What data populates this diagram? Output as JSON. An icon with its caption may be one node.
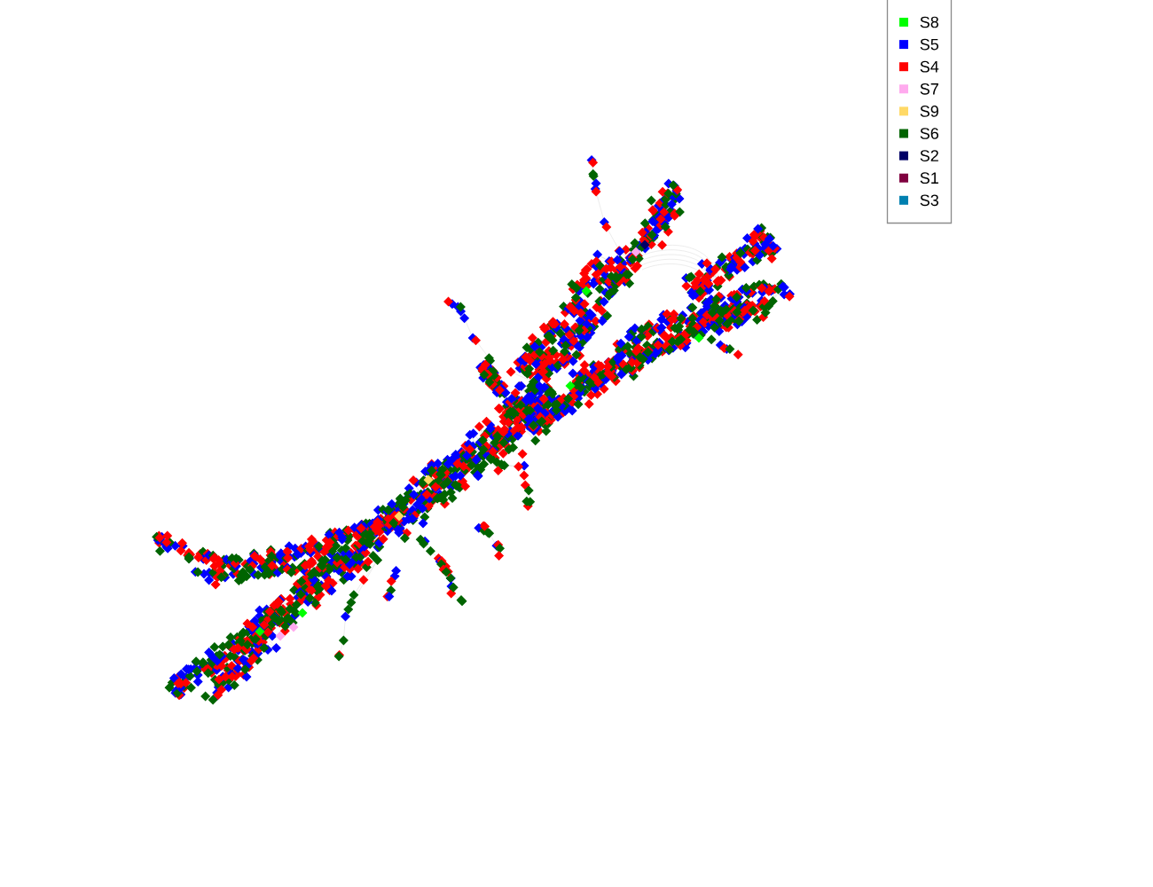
{
  "diagram": {
    "legend": [
      {
        "text": "S8",
        "color": "#00ff00"
      },
      {
        "text": "S5",
        "color": "#0000ff"
      },
      {
        "text": "S4",
        "color": "#ff0000"
      },
      {
        "text": "S7",
        "color": "#ffaaee"
      },
      {
        "text": "S9",
        "color": "#ffd966"
      },
      {
        "text": "S6",
        "color": "#006400"
      },
      {
        "text": "S2",
        "color": "#000066"
      },
      {
        "text": "S1",
        "color": "#800040"
      },
      {
        "text": "S3",
        "color": "#0080b0"
      }
    ]
  }
}
